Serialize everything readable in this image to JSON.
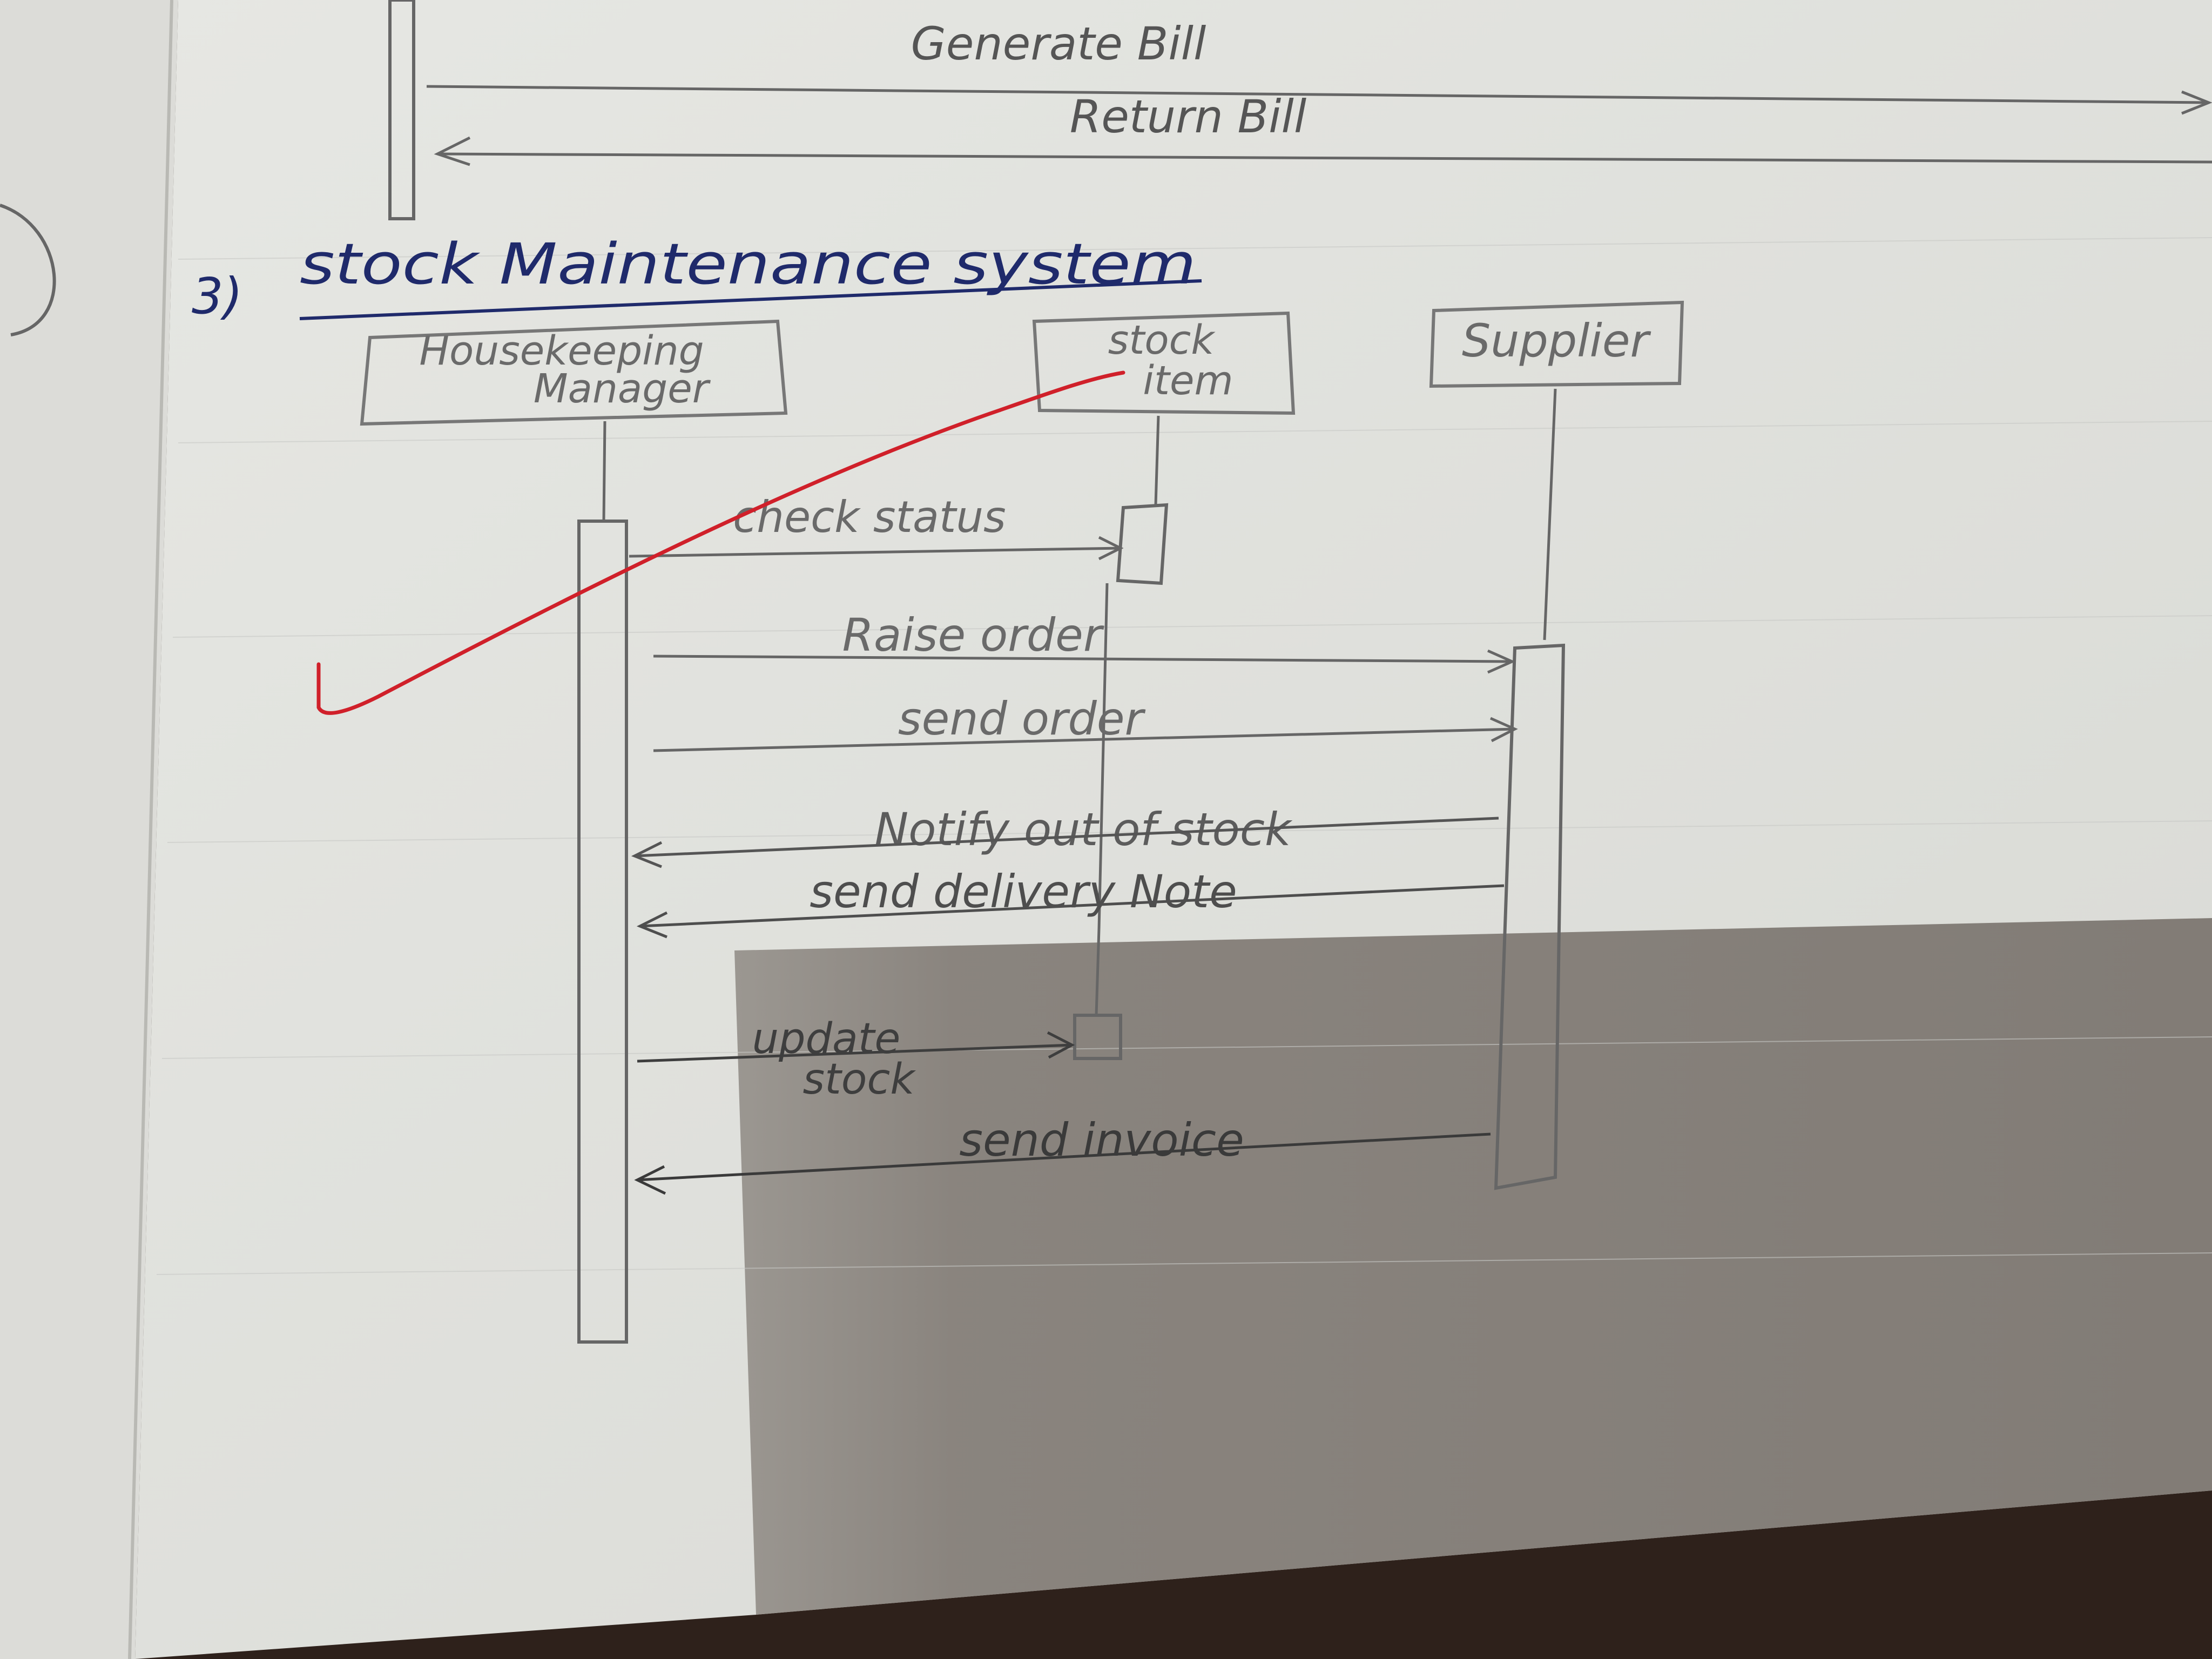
{
  "top_section": {
    "messages": [
      {
        "label": "Generate Bill"
      },
      {
        "label": "Return Bill"
      }
    ]
  },
  "section": {
    "number": "3)",
    "title": "stock Maintenance system"
  },
  "participants": [
    {
      "line1": "Housekeeping",
      "line2": "Manager"
    },
    {
      "line1": "stock",
      "line2": "item"
    },
    {
      "line1": "Supplier",
      "line2": ""
    }
  ],
  "messages": [
    {
      "label": "check status"
    },
    {
      "label": "Raise order"
    },
    {
      "label": "send order"
    },
    {
      "label": "Notify out of stock"
    },
    {
      "label": "send delivery Note"
    },
    {
      "label": "update",
      "label2": "stock"
    },
    {
      "label": "send invoice"
    }
  ],
  "colors": {
    "paper": "#e3e4e0",
    "paper_shadow": "#8a8580",
    "pencil": "#555555",
    "ink_blue": "#1f2a6b",
    "red_mark": "#d0202a"
  }
}
